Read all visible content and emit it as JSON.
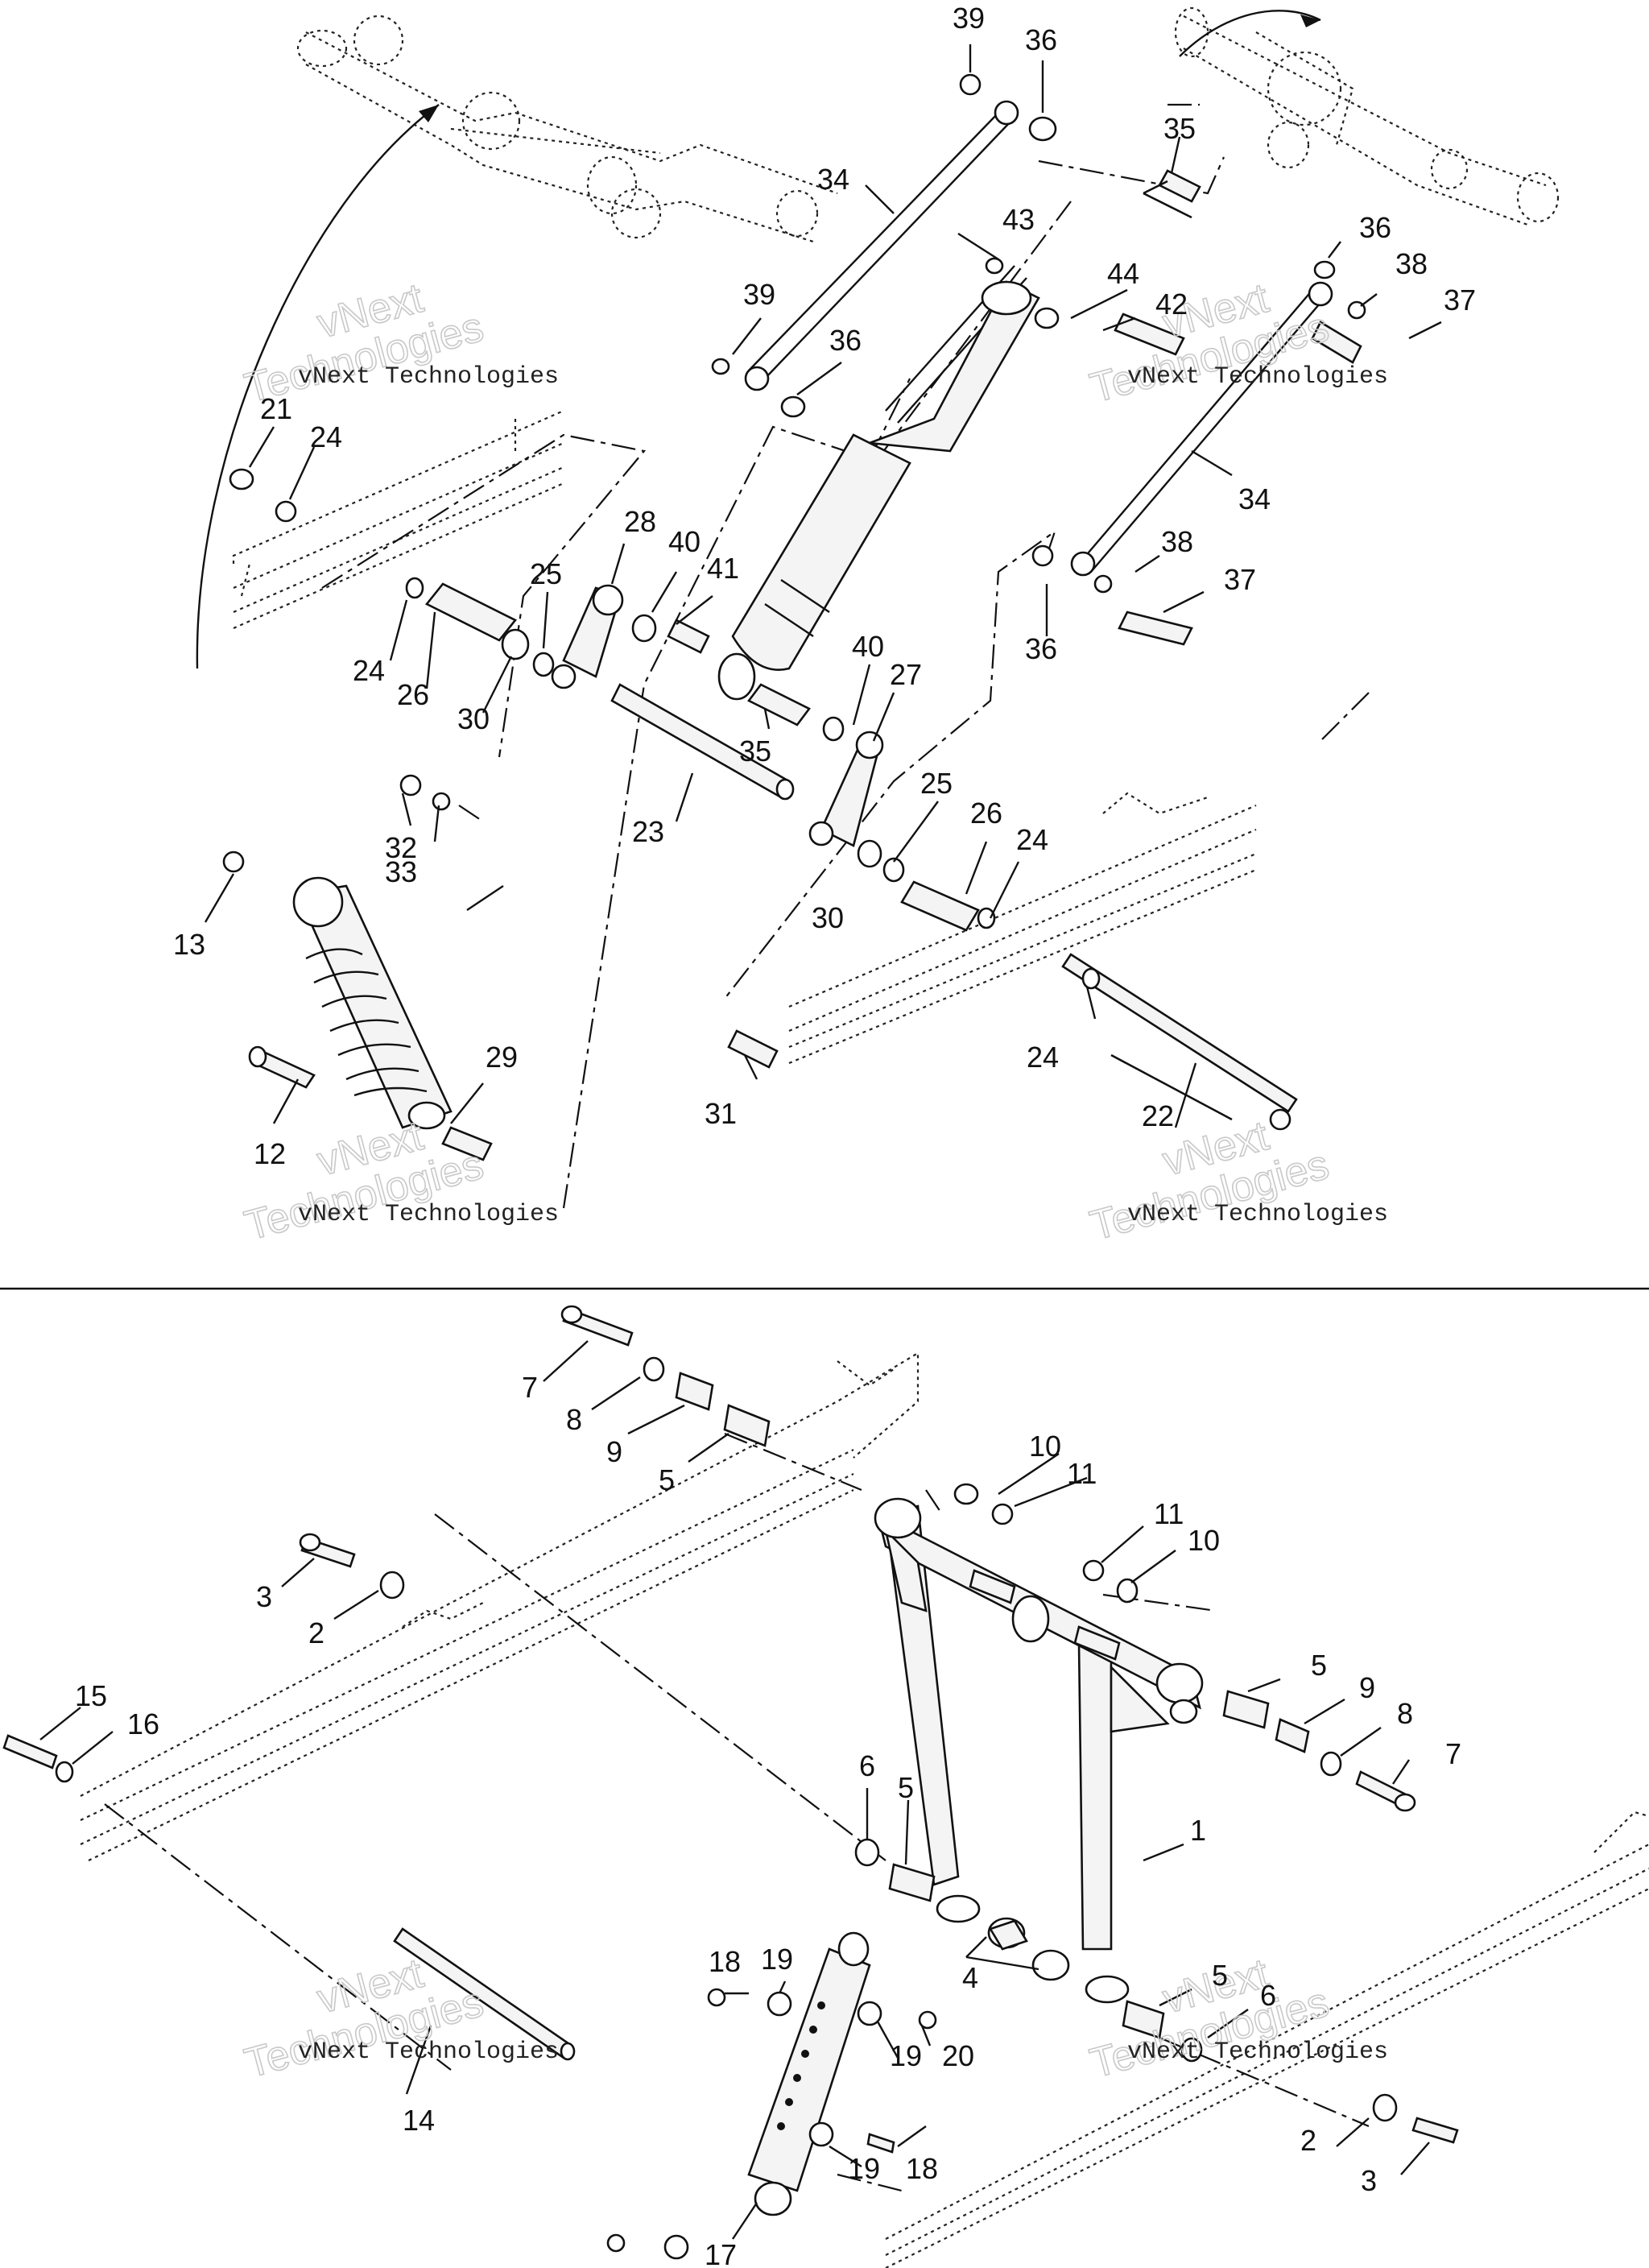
{
  "watermarks": [
    {
      "line1": "vNext Technologies",
      "line2": "vNext",
      "line3": "Technologies"
    },
    {
      "line1": "vNext Technologies",
      "line2": "vNext",
      "line3": "Technologies"
    },
    {
      "line1": "vNext Technologies",
      "line2": "vNext",
      "line3": "Technologies"
    },
    {
      "line1": "vNext Technologies",
      "line2": "vNext",
      "line3": "Technologies"
    },
    {
      "line1": "vNext Technologies",
      "line2": "vNext",
      "line3": "Technologies"
    },
    {
      "line1": "vNext Technologies",
      "line2": "vNext",
      "line3": "Technologies"
    }
  ],
  "labels": {
    "top": [
      "39",
      "36",
      "35",
      "34",
      "43",
      "44",
      "42",
      "36",
      "38",
      "37",
      "39",
      "36",
      "21",
      "24",
      "34",
      "28",
      "40",
      "41",
      "25",
      "38",
      "37",
      "24",
      "26",
      "30",
      "36",
      "40",
      "27",
      "35",
      "25",
      "26",
      "24",
      "32",
      "33",
      "23",
      "13",
      "30",
      "24",
      "29",
      "31",
      "22",
      "12"
    ],
    "bottom": [
      "7",
      "8",
      "9",
      "5",
      "10",
      "11",
      "11",
      "10",
      "3",
      "2",
      "5",
      "9",
      "8",
      "7",
      "15",
      "16",
      "6",
      "5",
      "1",
      "18",
      "19",
      "5",
      "6",
      "4",
      "20",
      "19",
      "14",
      "18",
      "19",
      "2",
      "3",
      "17"
    ]
  },
  "colors": {
    "ink": "#111111",
    "watermark_outline": "#c9c9c9",
    "background": "#ffffff"
  }
}
